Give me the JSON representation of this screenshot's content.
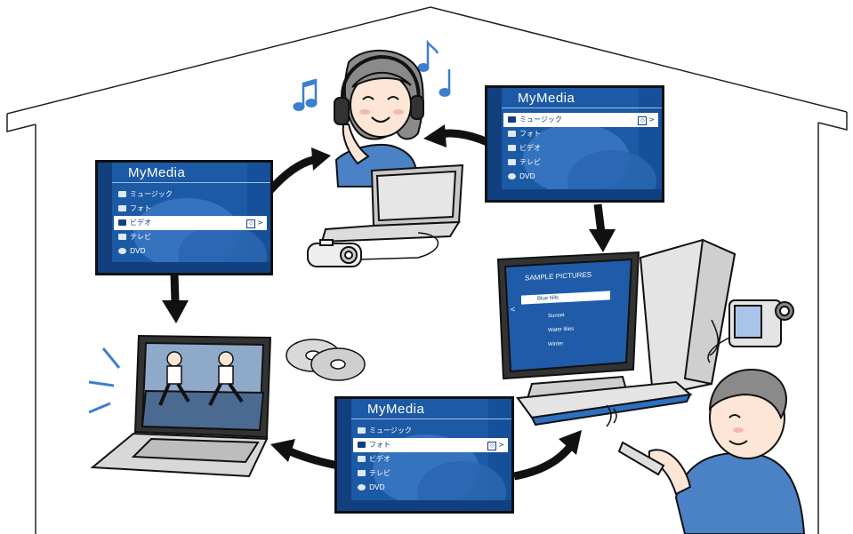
{
  "panel_title": "MyMedia",
  "menu_items": [
    "ミュージック",
    "フォト",
    "ビデオ",
    "テレビ",
    "DVD"
  ],
  "panels": [
    {
      "name": "panel-top-right",
      "selected_index": 0
    },
    {
      "name": "panel-left",
      "selected_index": 2
    },
    {
      "name": "panel-bottom",
      "selected_index": 1
    }
  ],
  "monitor": {
    "header": "SAMPLE PICTURES",
    "folder": "Blue hills",
    "items": [
      "Sunset",
      "Water lilies",
      "Winter"
    ],
    "back": "<"
  },
  "arrow_glyph": ">",
  "colors": {
    "panel_blue": "#1d5aa6",
    "panel_dark": "#12407e",
    "skin": "#fde6d6",
    "shirt": "#4b82c6",
    "outline": "#111111",
    "note_blue": "#3c7fd0"
  }
}
